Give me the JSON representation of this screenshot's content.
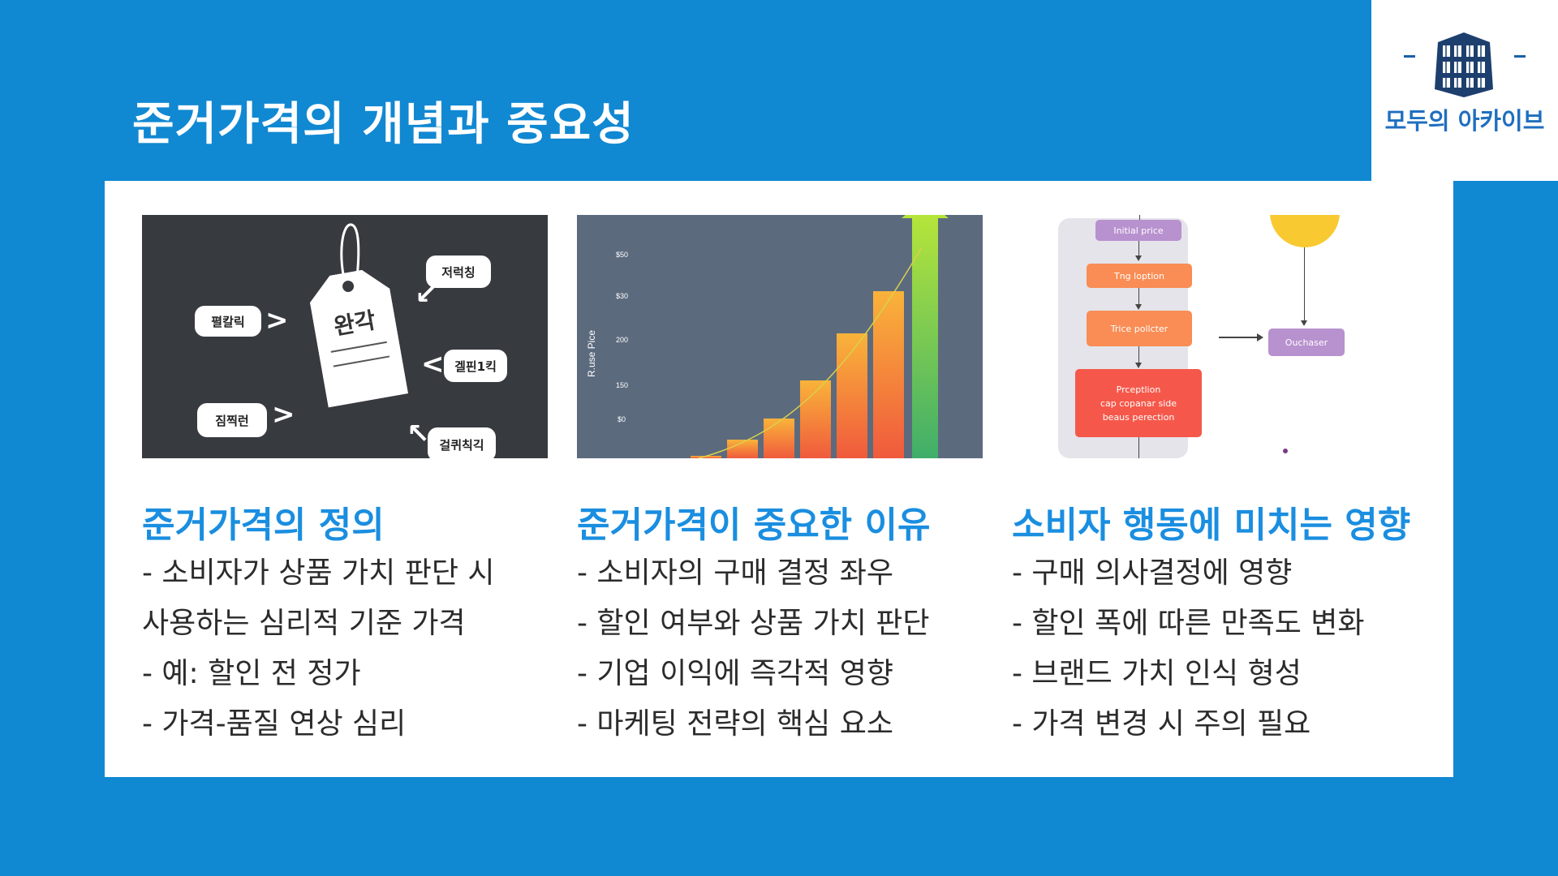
{
  "title": "준거가격의 개념과 중요성",
  "logo": {
    "text": "모두의 아카이브",
    "icon": "library-building-icon"
  },
  "columns": [
    {
      "heading": "준거가격의 정의",
      "bullets": [
        "- 소비자가 상품 가치 판단 시",
        "사용하는 심리적 기준 가격",
        "- 예: 할인 전 정가",
        "- 가격-품질 연상 심리"
      ],
      "image": {
        "tag_text": "완각",
        "bubbles": [
          "펼칼릭",
          "저럭칭",
          "겔핀1킥",
          "짐찍런",
          "걸퀴칙긱"
        ]
      }
    },
    {
      "heading": "준거가격이 중요한 이유",
      "bullets": [
        "- 소비자의 구매 결정 좌우",
        "- 할인 여부와 상품 가치 판단",
        "- 기업 이익에 즉각적 영향",
        "- 마케팅 전략의 핵심 요소"
      ],
      "image": {
        "y_axis_label": "R.use Pice",
        "y_ticks": [
          "$50",
          "$30",
          "200",
          "150",
          "$0"
        ]
      }
    },
    {
      "heading": "소비자 행동에 미치는 영향",
      "bullets": [
        "- 구매 의사결정에 영향",
        "- 할인 폭에 따른 만족도 변화",
        "- 브랜드 가치 인식 형성",
        "- 가격 변경 시 주의 필요"
      ],
      "image": {
        "boxes": [
          "Initial price",
          "Tng loption",
          "Trice pollcter",
          "Prceptlion",
          "cap copanar side",
          "beaus perection",
          "Ouchaser"
        ],
        "colors": {
          "purple": "#b891cf",
          "orange": "#f98d55",
          "red": "#f5584a",
          "yellow": "#f9c932"
        }
      }
    }
  ]
}
